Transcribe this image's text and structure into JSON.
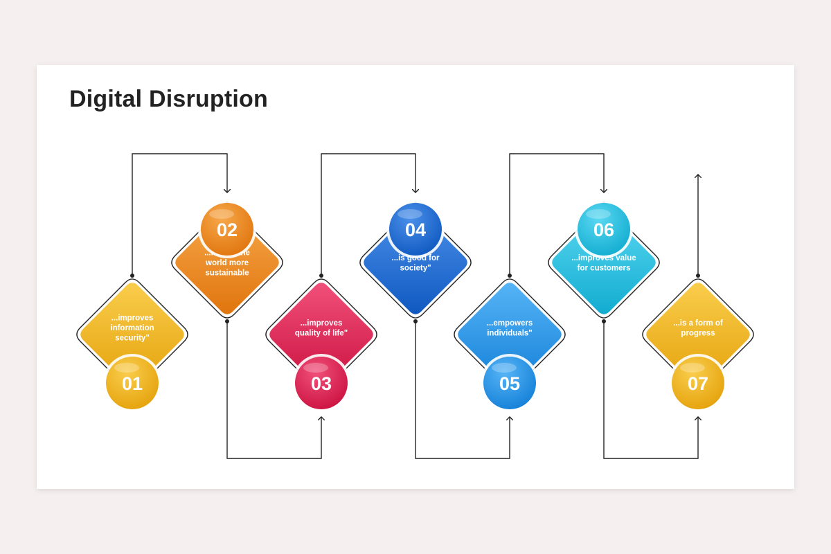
{
  "title": "Digital Disruption",
  "steps": [
    {
      "number": "01",
      "lines": [
        "...improves",
        "information",
        "security\""
      ],
      "color": "#f4b41a",
      "dark": "#e5a20c",
      "light": "#f9cd4c"
    },
    {
      "number": "02",
      "lines": [
        "...makes the",
        "world more",
        "sustainable"
      ],
      "color": "#f08a1c",
      "dark": "#e0750e",
      "light": "#f7a84a"
    },
    {
      "number": "03",
      "lines": [
        "...improves",
        "quality of life\""
      ],
      "color": "#e42050",
      "dark": "#cc1240",
      "light": "#f0507a"
    },
    {
      "number": "04",
      "lines": [
        "...is good for",
        "society\""
      ],
      "color": "#1c6fd8",
      "dark": "#1059c0",
      "light": "#4a90ea"
    },
    {
      "number": "05",
      "lines": [
        "...empowers",
        "individuals\""
      ],
      "color": "#2196f0",
      "dark": "#1480d8",
      "light": "#56b4f6"
    },
    {
      "number": "06",
      "lines": [
        "...improves value",
        "for customers"
      ],
      "color": "#22c4e6",
      "dark": "#12acd0",
      "light": "#5ad8f2"
    },
    {
      "number": "07",
      "lines": [
        "...is a form of",
        "progress"
      ],
      "color": "#f4b41a",
      "dark": "#e5a20c",
      "light": "#f9cd4c"
    }
  ]
}
